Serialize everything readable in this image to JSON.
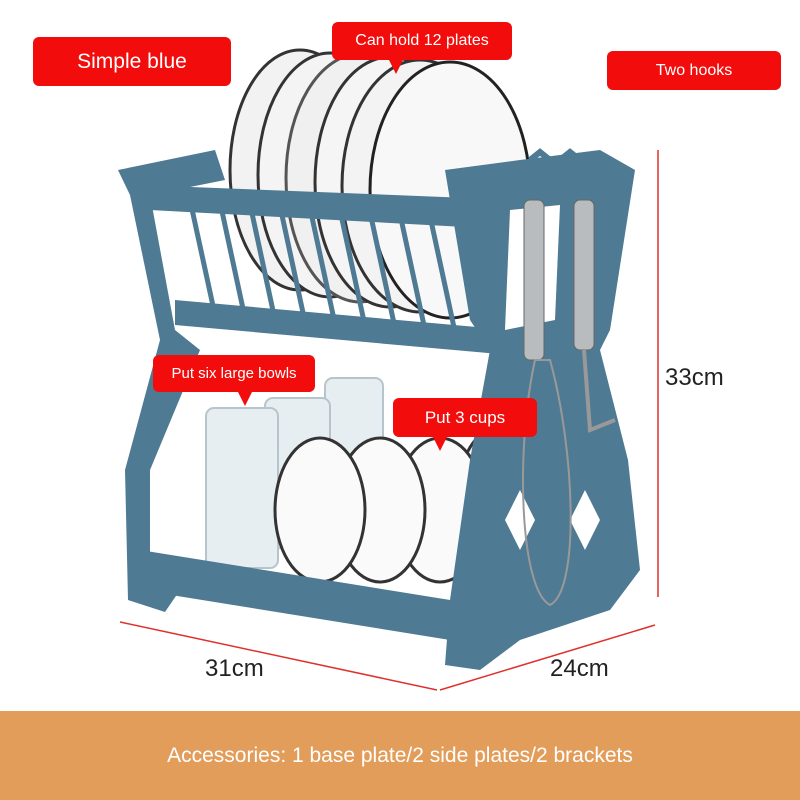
{
  "labels": {
    "color": "Simple blue",
    "plates": "Can hold 12 plates",
    "hooks": "Two hooks",
    "bowls": "Put six large bowls",
    "cups": "Put 3 cups"
  },
  "dimensions": {
    "height": "33cm",
    "width": "31cm",
    "depth": "24cm"
  },
  "footer": "Accessories: 1 base plate/2 side plates/2 brackets",
  "colors": {
    "tag": "#f20c0c",
    "banner": "#e39d5b",
    "rack": "#4f7a93",
    "dimension_line": "#e0302a"
  }
}
